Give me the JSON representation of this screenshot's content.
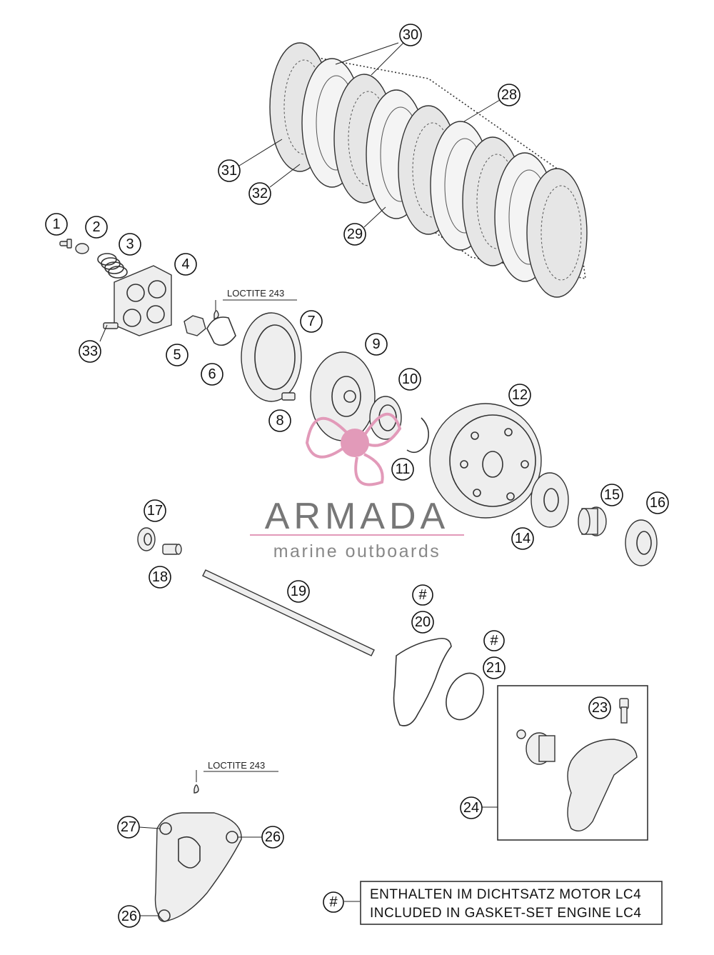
{
  "callouts": [
    "1",
    "2",
    "3",
    "4",
    "5",
    "6",
    "7",
    "8",
    "9",
    "10",
    "11",
    "12",
    "14",
    "15",
    "16",
    "17",
    "18",
    "19",
    "20",
    "21",
    "23",
    "24",
    "26",
    "27",
    "28",
    "29",
    "30",
    "31",
    "32",
    "33"
  ],
  "hash_symbol": "#",
  "labels": {
    "loctite_upper": "LOCTITE 243",
    "loctite_lower": "LOCTITE 243"
  },
  "legend": {
    "line1": "ENTHALTEN IM DICHTSATZ MOTOR LC4",
    "line2": "INCLUDED IN GASKET-SET ENGINE LC4"
  },
  "watermark": {
    "brand": "ARMADA",
    "tagline": "marine outboards",
    "accent_color": "#e29ab9"
  }
}
